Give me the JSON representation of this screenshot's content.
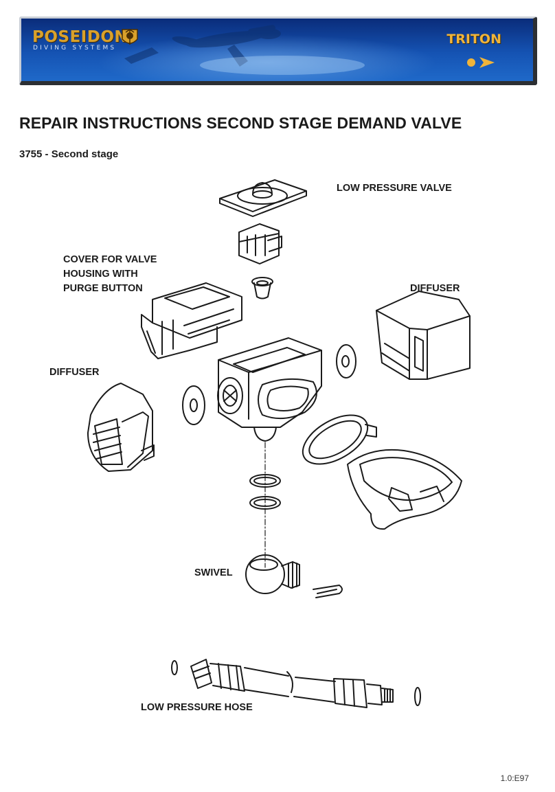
{
  "header": {
    "brand_name": "POSEIDON",
    "brand_subtitle": "DIVING SYSTEMS",
    "product_name": "TRITON",
    "emblem_icon": "poseidon-emblem-icon",
    "nav_icon": "dot-arrow-icon",
    "accent_color": "#f0b43a",
    "banner_color": "#1553b3"
  },
  "document": {
    "title": "REPAIR INSTRUCTIONS SECOND STAGE DEMAND VALVE",
    "subtitle": "3755 - Second stage",
    "document_code": "1.0:E97"
  },
  "labels": {
    "low_pressure_valve": "LOW PRESSURE VALVE",
    "cover_lines": [
      "COVER FOR VALVE",
      "HOUSING WITH",
      "PURGE BUTTON"
    ],
    "diffuser_right": "DIFFUSER",
    "diffuser_left": "DIFFUSER",
    "swivel": "SWIVEL",
    "low_pressure_hose": "LOW PRESSURE HOSE"
  }
}
